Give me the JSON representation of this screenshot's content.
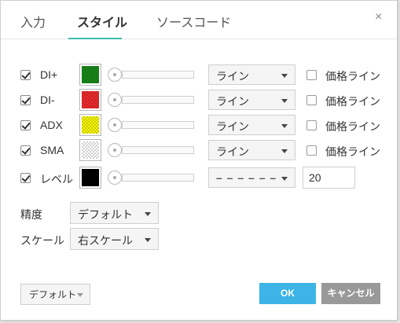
{
  "tabs": [
    {
      "label": "入力",
      "active": false
    },
    {
      "label": "スタイル",
      "active": true
    },
    {
      "label": "ソースコード",
      "active": false
    }
  ],
  "close_glyph": "×",
  "colors": {
    "accent_tab": "#3fbcac",
    "ok_button": "#3cb4e5",
    "cancel_button": "#999999"
  },
  "rows": [
    {
      "label": "DI+",
      "checked": true,
      "color": "#1a8a1a",
      "pattern": true,
      "style": "ライン",
      "price_line_checked": false,
      "price_line_label": "価格ライン"
    },
    {
      "label": "DI-",
      "checked": true,
      "color": "#ef2b2b",
      "pattern": true,
      "style": "ライン",
      "price_line_checked": false,
      "price_line_label": "価格ライン"
    },
    {
      "label": "ADX",
      "checked": true,
      "color": "#f7f700",
      "pattern": true,
      "style": "ライン",
      "price_line_checked": false,
      "price_line_label": "価格ライン"
    },
    {
      "label": "SMA",
      "checked": true,
      "color": "#ffffff",
      "pattern": true,
      "style": "ライン",
      "price_line_checked": false,
      "price_line_label": "価格ライン"
    }
  ],
  "level": {
    "label": "レベル",
    "checked": true,
    "color": "#000000",
    "style": "– – – – – –",
    "value": "20"
  },
  "precision": {
    "label": "精度",
    "value": "デフォルト"
  },
  "scale": {
    "label": "スケール",
    "value": "右スケール"
  },
  "footer": {
    "defaults_label": "デフォルト",
    "ok_label": "OK",
    "cancel_label": "キャンセル"
  }
}
